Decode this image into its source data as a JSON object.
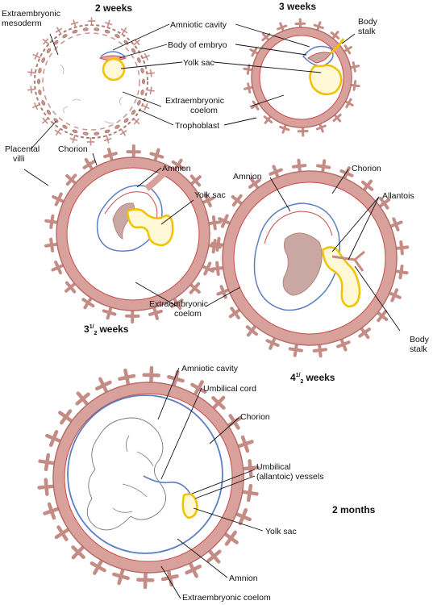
{
  "stages": {
    "w2": "2 weeks",
    "w3": "3 weeks",
    "w35_whole": "3",
    "w35_num": "1",
    "w35_den": "2",
    "w35_unit": "weeks",
    "w45_whole": "4",
    "w45_num": "1",
    "w45_den": "2",
    "w45_unit": "weeks",
    "m2": "2 months"
  },
  "labels": {
    "extraembryonic_mesoderm_1": "Extraembryonic",
    "extraembryonic_mesoderm_2": "mesoderm",
    "amniotic_cavity_top": "Amniotic cavity",
    "body_of_embryo": "Body of embryo",
    "yolk_sac_top": "Yolk sac",
    "extraembryonic_coelom_top_1": "Extraembryonic",
    "extraembryonic_coelom_top_2": "coelom",
    "trophoblast": "Trophoblast",
    "body_stalk_top_1": "Body",
    "body_stalk_top_2": "stalk",
    "placental_villi_1": "Placental",
    "placental_villi_2": "villi",
    "chorion_left": "Chorion",
    "amnion_left": "Amnion",
    "yolk_sac_mid": "Yolk sac",
    "amnion_right": "Amnion",
    "chorion_right": "Chorion",
    "allantois": "Allantois",
    "extraembryonic_coelom_mid_1": "Extraembryonic",
    "extraembryonic_coelom_mid_2": "coelom",
    "body_stalk_mid_1": "Body",
    "body_stalk_mid_2": "stalk",
    "amniotic_cavity_bottom": "Amniotic cavity",
    "umbilical_cord": "Umbilical cord",
    "chorion_bottom": "Chorion",
    "umbilical_vessels_1": "Umbilical",
    "umbilical_vessels_2": "(allantoic) vessels",
    "yolk_sac_bottom": "Yolk sac",
    "amnion_bottom": "Amnion",
    "extraembryonic_coelom_bottom": "Extraembryonic coelom"
  },
  "colors": {
    "chorion_fill": "#d9a19c",
    "chorion_edge": "#b86f6a",
    "villi": "#c58c86",
    "yolk": "#f2c200",
    "amnion_blue": "#5b7fc2",
    "mesoderm_red": "#cc4a4a",
    "embryo": "#c9a7a2",
    "leader": "#111111"
  }
}
